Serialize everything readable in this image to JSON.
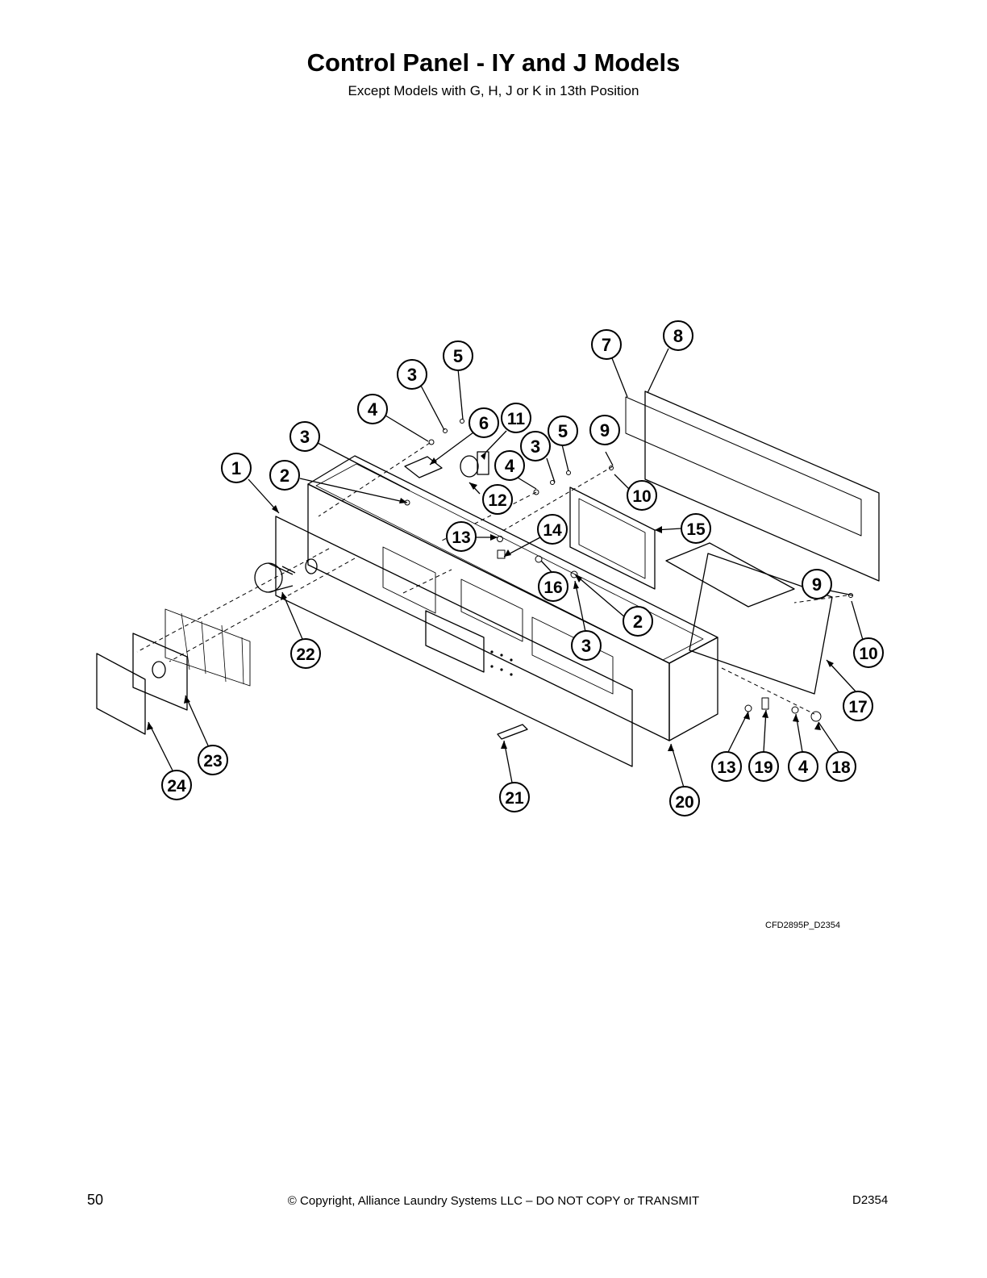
{
  "header": {
    "title": "Control Panel - IY and J Models",
    "subtitle": "Except Models with G, H, J or K in 13th Position"
  },
  "diagram": {
    "drawing_code": "CFD2895P_D2354",
    "callouts": [
      "1",
      "2",
      "3",
      "4",
      "5",
      "3",
      "3",
      "4",
      "5",
      "6",
      "7",
      "8",
      "9",
      "10",
      "11",
      "12",
      "13",
      "14",
      "15",
      "16",
      "2",
      "3",
      "9",
      "10",
      "17",
      "13",
      "19",
      "4",
      "18",
      "20",
      "21",
      "22",
      "23",
      "24"
    ]
  },
  "footer": {
    "page_number": "50",
    "copyright": "© Copyright, Alliance Laundry Systems LLC – DO NOT COPY or TRANSMIT",
    "doc_code": "D2354"
  }
}
